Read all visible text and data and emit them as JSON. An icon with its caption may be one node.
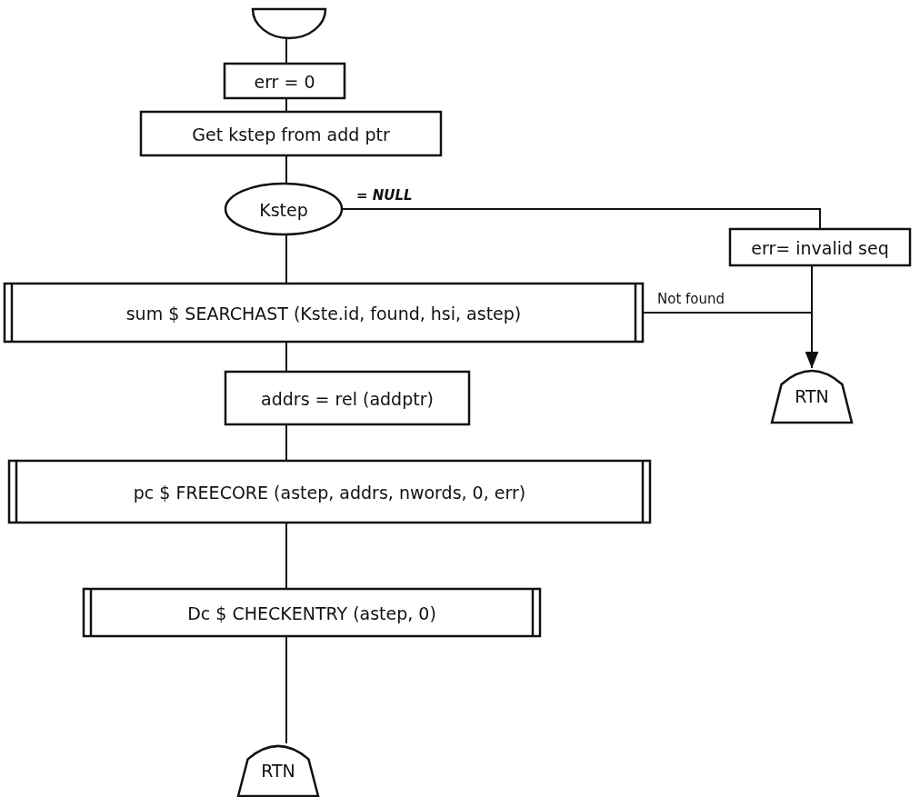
{
  "diagram": {
    "nodes": [
      {
        "text": [],
        "shape": "semicircle"
      },
      {
        "text": [
          "err = 0"
        ]
      },
      {
        "text": [
          "Get kstep from add ptr"
        ]
      },
      {
        "text": [
          "Kstep"
        ]
      },
      {
        "text": [
          "err= invalid seq"
        ]
      },
      {
        "text": [
          "sum $ SEARCHAST (Kste.id, found, hsi, astep)"
        ]
      },
      {
        "text": [
          "addrs = rel (addptr)"
        ]
      },
      {
        "text": [
          "pc $ FREECORE (astep, addrs, nwords, 0, err)"
        ]
      },
      {
        "text": [
          "Dc $ CHECKENTRY (astep, 0)"
        ]
      },
      {
        "text": [
          "RTN"
        ]
      },
      {
        "text": [
          "RTN"
        ]
      }
    ],
    "edges": [
      {
        "from": 0,
        "to": 1,
        "arrow": "none"
      },
      {
        "from": 1,
        "to": 2,
        "arrow": "none"
      },
      {
        "from": 2,
        "to": 3,
        "arrow": "none"
      },
      {
        "from": 3,
        "to": 4,
        "arrow": "none",
        "label": "= NULL"
      },
      {
        "from": 3,
        "to": 5,
        "arrow": "none"
      },
      {
        "from": 4,
        "to": 9,
        "arrow": "to"
      },
      {
        "from": 5,
        "to": 9,
        "arrow": "to",
        "label": "Not found"
      },
      {
        "from": 5,
        "to": 6,
        "arrow": "none"
      },
      {
        "from": 6,
        "to": 7,
        "arrow": "none"
      },
      {
        "from": 7,
        "to": 8,
        "arrow": "none"
      },
      {
        "from": 8,
        "to": 10,
        "arrow": "none"
      }
    ]
  }
}
